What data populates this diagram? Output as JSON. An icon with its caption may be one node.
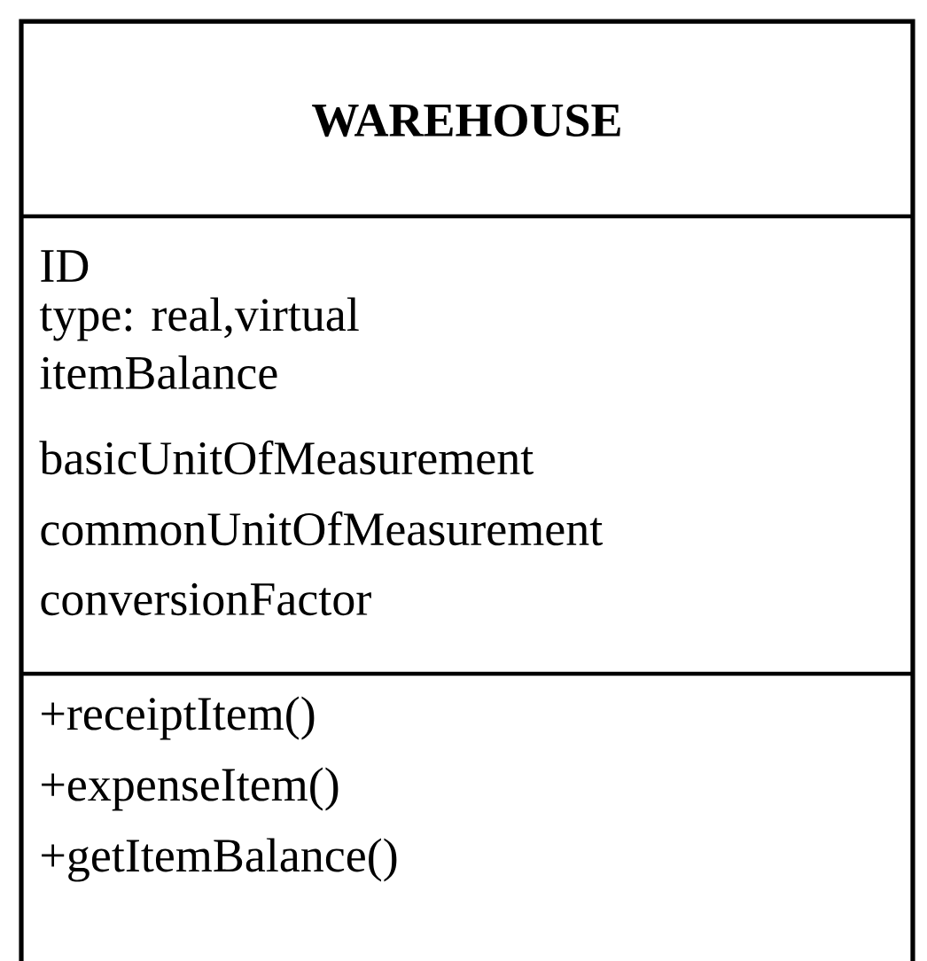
{
  "diagram": {
    "nodes": [
      {
        "text": [
          "WAREHOUSE",
          "ID",
          "type: real,virtual",
          "itemBalance",
          "basicUnitOfMeasurement",
          "commonUnitOfMeasurement",
          "conversionFactor",
          "+receiptItem()",
          "+expenseItem()",
          "+getItemBalance()"
        ]
      }
    ]
  }
}
